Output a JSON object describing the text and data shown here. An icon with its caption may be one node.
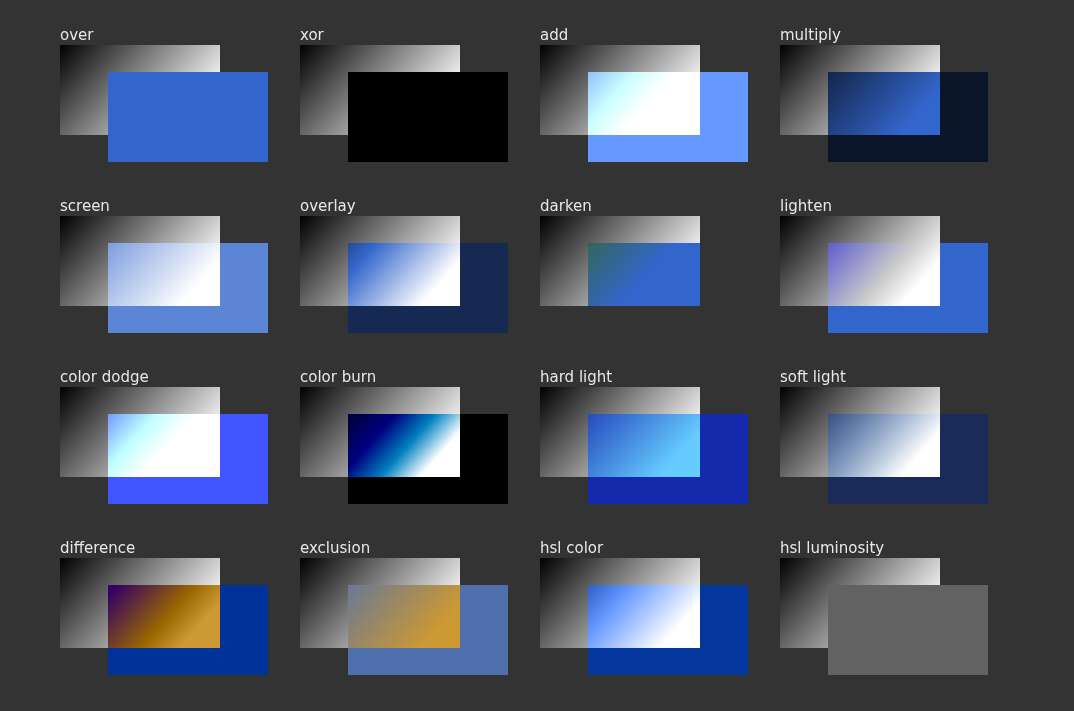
{
  "diagram": {
    "labels": [
      "over",
      "xor",
      "add",
      "multiply",
      "screen",
      "overlay",
      "darken",
      "lighten",
      "color dodge",
      "color burn",
      "hard light",
      "soft light",
      "difference",
      "exclusion",
      "hsl color",
      "hsl luminosity"
    ]
  }
}
